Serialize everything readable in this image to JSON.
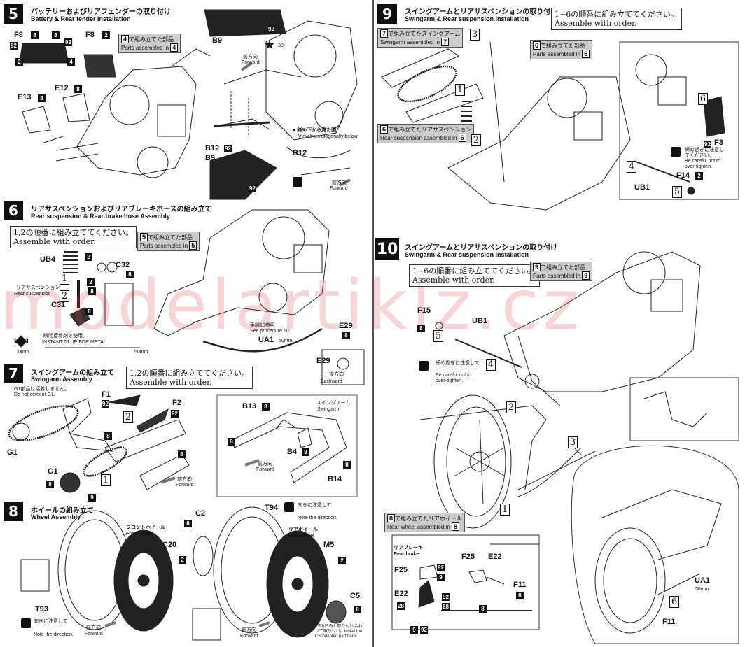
{
  "steps": {
    "s5": {
      "num": "5",
      "jp": "バッテリーおよびリアフェンダーの取り付け",
      "en": "Battery & Rear fender Installation",
      "asm_jp": "で組み立てた部品",
      "asm_en": "Parts assembled in",
      "asm_ref": "4",
      "dir_jp": "前方向",
      "dir_en": "Forward",
      "view_jp": "斜め下から見た図",
      "view_en": "View from diagonally below",
      "star_num": "30"
    },
    "s6": {
      "num": "6",
      "jp": "リアサスペンションおよびリアブレーキホースの組み立て",
      "en": "Rear suspension & Rear brake hose Assembly",
      "order_jp": "1,2の順番に組み立ててください。",
      "order_en": "Assemble with order.",
      "asm_jp": "で組み立てた部品",
      "asm_en": "Parts assembled in",
      "asm_ref": "5",
      "susp_jp": "リアサスペンション",
      "susp_en": "Rear suspension",
      "glue_jp": "瞬間接着剤を使用。",
      "glue_en": "INSTANT GLUE   FOR METAL",
      "proc_jp": "手順10参照",
      "proc_en": "See procedure 10.",
      "back_jp": "後方向",
      "back_en": "Backward",
      "scale_0": "0mm",
      "scale_50": "50mm",
      "ua1_len": "50mm"
    },
    "s7": {
      "num": "7",
      "jp": "スイングアームの組み立て",
      "en": "Swingarm Assembly",
      "order_jp": "1,2の順番に組み立ててください。",
      "order_en": "Assemble with order.",
      "g1_note_jp": "G1部品は接着しません。",
      "g1_note_en": "Do not cement G1.",
      "swing_jp": "スイングアーム",
      "swing_en": "Swingarm",
      "dir_jp": "前方向",
      "dir_en": "Forward"
    },
    "s8": {
      "num": "8",
      "jp": "ホイールの組み立て",
      "en": "Wheel Assembly",
      "front_jp": "フロントホイール",
      "front_en": "Front wheel",
      "rear_jp": "リアホイール",
      "rear_en": "Rear wheel",
      "dir_note_jp": "向きに注意して",
      "dir_note_en": "Note the direction.",
      "dir_jp": "前方向",
      "dir_en": "Forward",
      "c5_note": "C5の凹みと取り付け合わせて取り付け。Install the C5 indented part here."
    },
    "s9": {
      "num": "9",
      "jp": "スイングアームとリアサスペンションの取り付け",
      "en": "Swingarm & Rear suspension Installation",
      "order_jp": "1~6の順番に組み立ててください。",
      "order_en": "Assemble with order.",
      "asm1_jp": "で組み立てたスイングアーム",
      "asm1_en": "Swingarm assembled in",
      "asm1_ref": "7",
      "asm2_jp": "で組み立てた部品",
      "asm2_en": "Parts assembled in",
      "asm2_ref": "6",
      "asm3_jp": "で組み立てたリアサスペンション",
      "asm3_en": "Rear suspension assembled in",
      "asm3_ref": "6",
      "careful_jp": "締め過ぎに注意してください。",
      "careful_en": "Be careful not to over-tighten."
    },
    "s10": {
      "num": "10",
      "jp": "スイングアームとリアサスペンションの取り付け",
      "en": "Swingarm & Rear suspension Installation",
      "order_jp": "1~6の順番に組み立ててください。",
      "order_en": "Assemble with order.",
      "asm_jp": "で組み立てた部品",
      "asm_en": "Parts assembled in",
      "asm_ref": "9",
      "asm_wheel_jp": "で組み立てたリアホイール",
      "asm_wheel_en": "Rear wheel assembled in",
      "asm_wheel_ref": "8",
      "careful_jp": "締め過ぎに注意して",
      "careful_en": "Be careful not to over-tighten.",
      "brake_jp": "リアブレーキ",
      "brake_en": "Rear brake",
      "ua1_len": "50mm"
    }
  },
  "parts": {
    "F8": "F8",
    "E13": "E13",
    "E12": "E12",
    "B9": "B9",
    "B12": "B12",
    "UB4": "UB4",
    "C31": "C31",
    "C32": "C32",
    "UA1": "UA1",
    "E29": "E29",
    "G1": "G1",
    "F1": "F1",
    "F2": "F2",
    "B13": "B13",
    "B4": "B4",
    "B14": "B14",
    "C2": "C2",
    "C20": "C20",
    "T93": "T93",
    "T94": "T94",
    "M5": "M5",
    "C5": "C5",
    "F3": "F3",
    "F14": "F14",
    "UB1": "UB1",
    "F15": "F15",
    "F25": "F25",
    "E22": "E22",
    "F11": "F11"
  },
  "watermark": "modelartiklz.cz",
  "colors": {
    "ink": "#111111",
    "tag": "#111111",
    "asm_bg": "#cccccc",
    "watermark": "#dc3c46"
  }
}
